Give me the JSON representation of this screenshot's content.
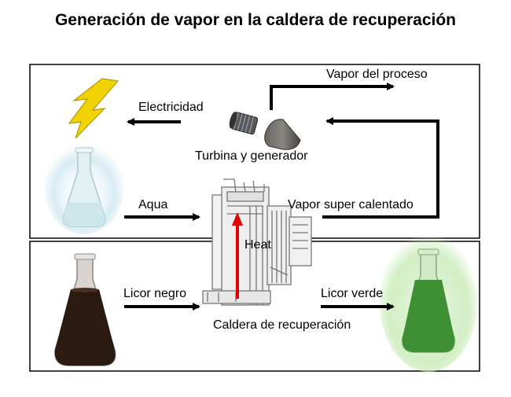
{
  "title": "Generación de vapor en la caldera de recuperación",
  "labels": {
    "vapor_proceso": "Vapor del proceso",
    "electricidad": "Electricidad",
    "turbina": "Turbina y generador",
    "aqua": "Aqua",
    "vapor_super": "Vapor super calentado",
    "heat": "Heat",
    "licor_negro": "Licor negro",
    "licor_verde": "Licor verde",
    "caldera": "Caldera de recuperación"
  },
  "colors": {
    "heat_arrow": "#e00000",
    "lightning": "#f2d200",
    "water": "#d8ecef",
    "black_liquor": "#2a1a10",
    "green_liquor": "#3f8f34",
    "green_glow": "#b9e3a7"
  }
}
